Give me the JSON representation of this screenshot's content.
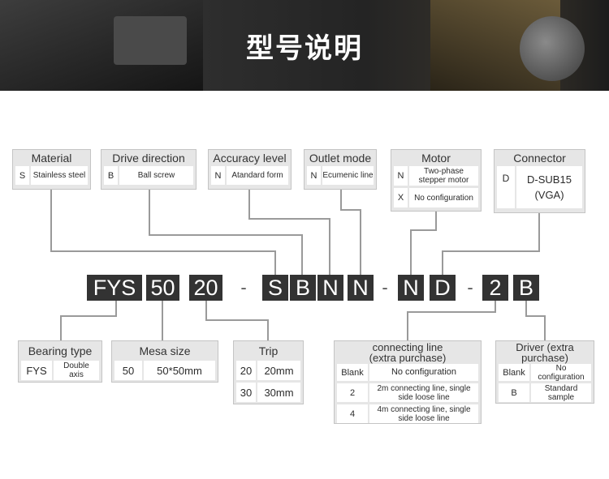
{
  "header": {
    "title": "型号说明"
  },
  "code_parts": [
    "FYS",
    "50",
    "20",
    "S",
    "B",
    "N",
    "N",
    "N",
    "D",
    "2",
    "B"
  ],
  "code_dash": "-",
  "boxes": {
    "material": {
      "title": "Material",
      "rows": [
        {
          "k": "S",
          "v": "Stainless steel"
        }
      ]
    },
    "drive": {
      "title": "Drive direction",
      "rows": [
        {
          "k": "B",
          "v": "Ball screw"
        }
      ]
    },
    "accuracy": {
      "title": "Accuracy level",
      "rows": [
        {
          "k": "N",
          "v": "Atandard form"
        }
      ]
    },
    "outlet": {
      "title": "Outlet mode",
      "rows": [
        {
          "k": "N",
          "v": "Ecumenic line"
        }
      ]
    },
    "motor": {
      "title": "Motor",
      "rows": [
        {
          "k": "N",
          "v": "Two-phase stepper motor"
        },
        {
          "k": "X",
          "v": "No configuration"
        }
      ]
    },
    "connector": {
      "title": "Connector",
      "rows": [
        {
          "k": "D",
          "v": "D-SUB15 (VGA)"
        }
      ]
    },
    "bearing": {
      "title": "Bearing type",
      "rows": [
        {
          "k": "FYS",
          "v": "Double axis"
        }
      ]
    },
    "mesa": {
      "title": "Mesa size",
      "rows": [
        {
          "k": "50",
          "v": "50*50mm"
        }
      ]
    },
    "trip": {
      "title": "Trip",
      "rows": [
        {
          "k": "20",
          "v": "20mm"
        },
        {
          "k": "30",
          "v": "30mm"
        }
      ]
    },
    "cable": {
      "title": "connecting line (extra purchase)",
      "rows": [
        {
          "k": "Blank",
          "v": "No configuration"
        },
        {
          "k": "2",
          "v": "2m connecting line, single side loose line"
        },
        {
          "k": "4",
          "v": "4m connecting line, single side loose line"
        }
      ]
    },
    "driver": {
      "title": "Driver (extra purchase)",
      "rows": [
        {
          "k": "Blank",
          "v": "No configuration"
        },
        {
          "k": "B",
          "v": "Standard sample"
        }
      ]
    }
  },
  "colors": {
    "code_bg": "#333333",
    "box_bg": "#e6e6e6",
    "line": "#9a9a9a"
  }
}
